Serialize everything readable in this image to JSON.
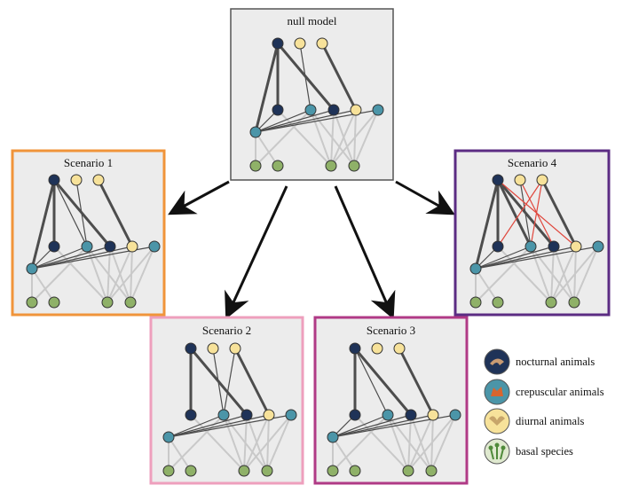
{
  "panels": {
    "null_model": {
      "title": "null model",
      "border_color": "#555555"
    },
    "scenario_1": {
      "title": "Scenario 1",
      "border_color": "#f0943a"
    },
    "scenario_2": {
      "title": "Scenario 2",
      "border_color": "#ee9fbd"
    },
    "scenario_3": {
      "title": "Scenario 3",
      "border_color": "#b03a86"
    },
    "scenario_4": {
      "title": "Scenario 4",
      "border_color": "#5b2c83"
    }
  },
  "legend": {
    "nocturnal": {
      "label": "nocturnal animals",
      "color": "#1f3358",
      "icon": "owl-icon"
    },
    "crepuscular": {
      "label": "crepuscular animals",
      "color": "#4b95a8",
      "icon": "fox-icon"
    },
    "diurnal": {
      "label": "diurnal animals",
      "color": "#f7e29a",
      "icon": "bird-icon"
    },
    "basal": {
      "label": "basal species",
      "color": "#8fb168",
      "icon": "plant-icon"
    }
  },
  "colors": {
    "panel_fill": "#ececec",
    "strong_edge": "#4d4d4d",
    "weak_edge": "#c9c9c9",
    "new_interaction_edge": "#e0463c",
    "arrow": "#111111"
  }
}
